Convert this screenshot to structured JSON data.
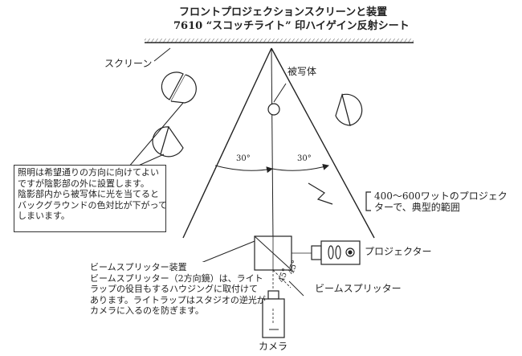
{
  "title": {
    "line1": "フロントプロジェクションスクリーンと装置",
    "line2": "7610 “スコッチライト” 印ハイゲイン反射シート"
  },
  "labels": {
    "screen": "スクリーン",
    "subject": "被写体",
    "angle_left": "30°",
    "angle_right": "30°",
    "range": "400～600ワットのプロジェクターで、典型的範囲",
    "projector": "プロジェクター",
    "beam_splitter": "ビームスプリッター",
    "camera": "カメラ",
    "angle_a": "45°",
    "angle_b": "45°"
  },
  "lighting_note": {
    "lines": [
      "照明は希望通りの方向に向けてよい",
      "ですが陰影部の外に設置します。",
      "陰影部内から被写体に光を当てると",
      "バックグラウンドの色対比が下がって",
      "しまいます。"
    ]
  },
  "beam_note": {
    "lines": [
      "ビームスプリッター装置",
      "ビームスプリッター（2方向鏡）は、ライト",
      "ラップの役目もするハウジングに取付けて",
      "あります。ライトラップはスタジオの逆光が",
      "カメラに入るのを防ぎます。"
    ]
  }
}
